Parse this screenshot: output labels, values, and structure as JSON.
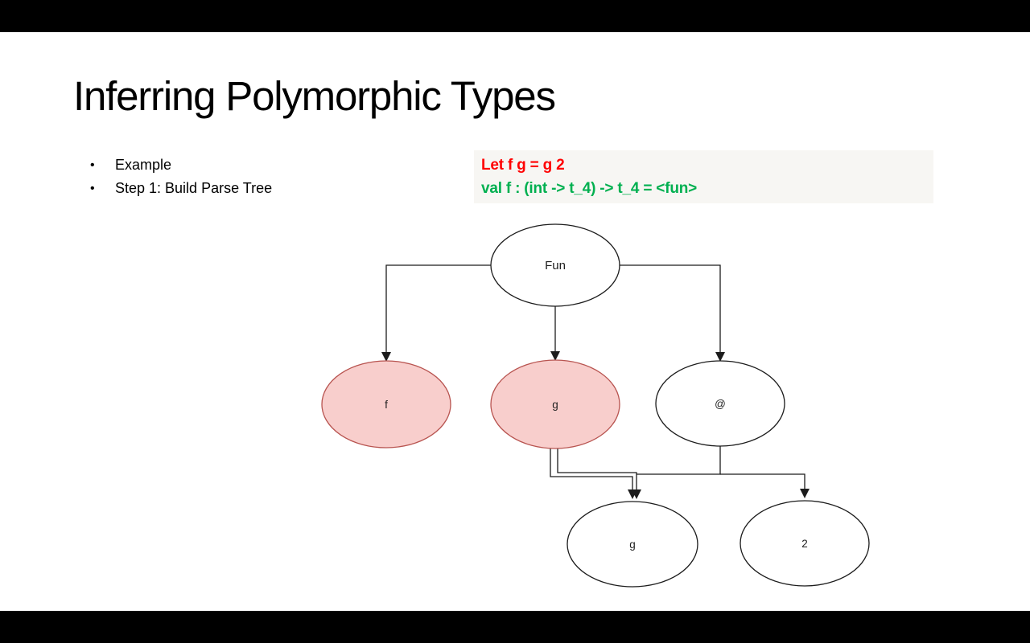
{
  "window": {
    "letterbox_color": "#000000",
    "slide_background": "#ffffff"
  },
  "slide": {
    "title": "Inferring Polymorphic Types",
    "bullet_char": "•",
    "bullets": [
      "Example",
      "Step 1: Build Parse Tree"
    ],
    "code": {
      "background": "#f7f6f3",
      "lines": [
        {
          "text": "Let f g = g 2",
          "color": "#ff0000"
        },
        {
          "text": "val f : (int -> t_4) -> t_4 = <fun>",
          "color": "#00b050"
        }
      ]
    },
    "tree": {
      "nodes": [
        {
          "id": "fun",
          "label": "Fun",
          "highlighted": false
        },
        {
          "id": "f",
          "label": "f",
          "highlighted": true
        },
        {
          "id": "g-param",
          "label": "g",
          "highlighted": true
        },
        {
          "id": "apply",
          "label": "@",
          "highlighted": false
        },
        {
          "id": "g-use",
          "label": "g",
          "highlighted": false
        },
        {
          "id": "two",
          "label": "2",
          "highlighted": false
        }
      ],
      "edges": [
        {
          "from": "fun",
          "to": "f",
          "style": "single"
        },
        {
          "from": "fun",
          "to": "g-param",
          "style": "single"
        },
        {
          "from": "fun",
          "to": "apply",
          "style": "single"
        },
        {
          "from": "g-param",
          "to": "g-use",
          "style": "double"
        },
        {
          "from": "apply",
          "to": "g-use",
          "style": "single"
        },
        {
          "from": "apply",
          "to": "two",
          "style": "single"
        }
      ],
      "colors": {
        "highlight_fill": "#f8cecc",
        "highlight_stroke": "#b85450",
        "node_fill": "#ffffff",
        "node_stroke": "#1c1c1c",
        "edge": "#1c1c1c",
        "label": "#1f1f1f"
      }
    }
  }
}
